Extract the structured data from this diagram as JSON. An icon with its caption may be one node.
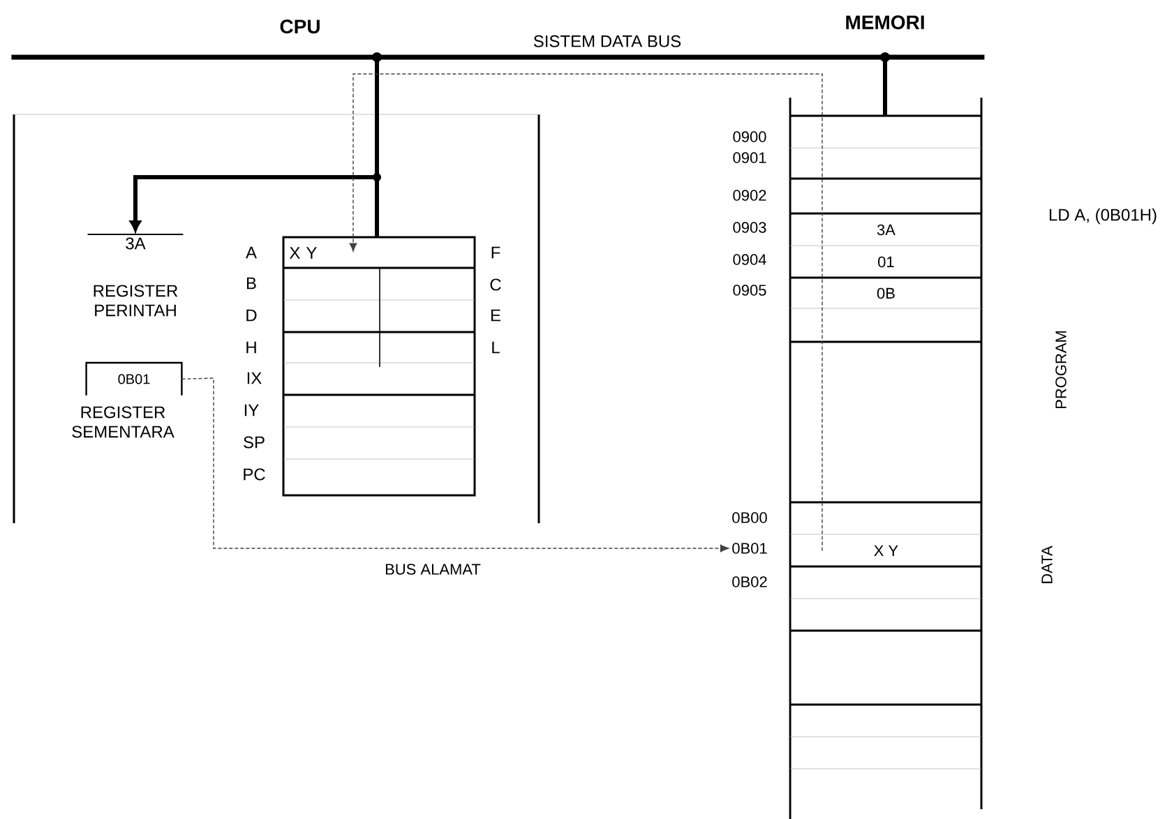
{
  "diagram": {
    "nodes": [
      {
        "text": [
          "SISTEM DATA BUS"
        ]
      },
      {
        "text": [],
        "shape": "box"
      },
      {
        "text": [
          "3A",
          "REGISTER PERINTAH"
        ],
        "in": 1
      },
      {
        "text": [
          "0B01",
          "REGISTER SEMENTARA"
        ],
        "in": 1
      },
      {
        "text": [
          "X Y"
        ],
        "in": 1
      },
      {
        "text": [],
        "shape": "box"
      },
      {
        "text": [
          "3A"
        ],
        "in": 5
      },
      {
        "text": [
          "01"
        ],
        "in": 5
      },
      {
        "text": [
          "0B"
        ],
        "in": 5
      },
      {
        "text": [
          "X Y"
        ],
        "in": 5
      },
      {
        "text": [
          "0B01"
        ]
      }
    ],
    "edges": [
      {
        "from": 0,
        "to": 4,
        "arrow": "none"
      },
      {
        "from": 0,
        "to": 2,
        "arrow": "to"
      },
      {
        "from": 0,
        "to": 5,
        "arrow": "none"
      },
      {
        "from": 9,
        "to": 4,
        "arrow": "to",
        "style": "dashed"
      },
      {
        "from": 3,
        "to": 10,
        "arrow": "to",
        "style": "dashed",
        "label": "BUS ALAMAT"
      }
    ],
    "labels": [
      "CPU",
      "MEMORI",
      "A",
      "B",
      "D",
      "H",
      "IX",
      "IY",
      "SP",
      "PC",
      "F",
      "C",
      "E",
      "L",
      "0900",
      "0901",
      "0902",
      "0903",
      "0904",
      "0905",
      "LD A, (0B01H)",
      "PROGRAM",
      "0B00",
      "0B02",
      "DATA"
    ]
  }
}
